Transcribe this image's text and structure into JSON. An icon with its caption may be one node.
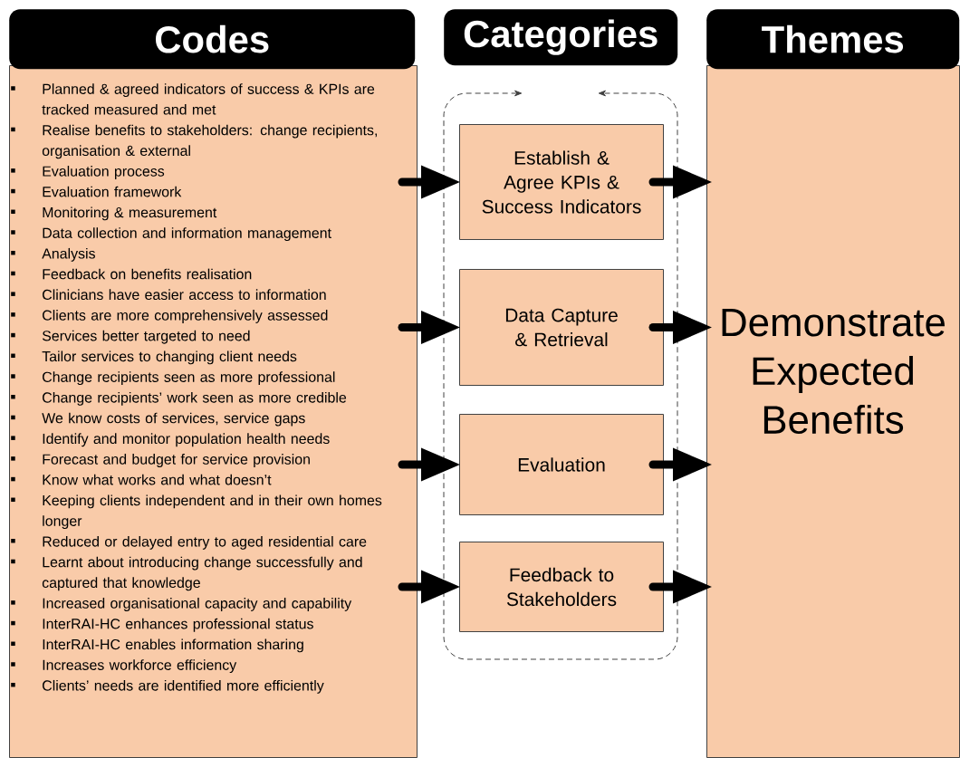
{
  "diagram": {
    "nodes": [
      {
        "text": [
          "Codes",
          "Planned & agreed indicators of success & KPIs are tracked measured and met",
          "Realise benefits to stakeholders: change recipients, organisation & external",
          "Evaluation process",
          "Evaluation framework",
          "Monitoring & measurement",
          "Data collection and information management",
          "Analysis",
          "Feedback on benefits realisation",
          "Clinicians have easier access to information",
          "Clients are more comprehensively assessed",
          "Services better targeted to need",
          "Tailor services to changing client needs",
          "Change recipients seen as more professional",
          "Change recipients’ work seen as more credible",
          "We know costs of services, service gaps",
          "Identify and monitor population health needs",
          "Forecast and budget for service provision",
          "Know what works and what doesn’t",
          "Keeping clients independent and in their own homes longer",
          "Reduced or delayed entry to aged residential care",
          "Learnt about introducing change successfully and captured that knowledge",
          "Increased organisational capacity and capability",
          "InterRAI-HC enhances professional status",
          "InterRAI-HC enables information sharing",
          "Increases workforce efficiency",
          "Clients’ needs are identified more efficiently"
        ]
      },
      {
        "text": [
          "Categories"
        ]
      },
      {
        "text": [
          "Establish & Agree KPIs & Success Indicators"
        ]
      },
      {
        "text": [
          "Data Capture & Retrieval"
        ]
      },
      {
        "text": [
          "Evaluation"
        ]
      },
      {
        "text": [
          "Feedback to Stakeholders"
        ]
      },
      {
        "text": [
          "Themes",
          "Demonstrate Expected Benefits"
        ]
      }
    ],
    "edges": [
      {
        "from": 0,
        "to": 2,
        "arrow": "to"
      },
      {
        "from": 0,
        "to": 3,
        "arrow": "to"
      },
      {
        "from": 0,
        "to": 4,
        "arrow": "to"
      },
      {
        "from": 0,
        "to": 5,
        "arrow": "to"
      },
      {
        "from": 2,
        "to": 6,
        "arrow": "to"
      },
      {
        "from": 3,
        "to": 6,
        "arrow": "to"
      },
      {
        "from": 4,
        "to": 6,
        "arrow": "to"
      },
      {
        "from": 5,
        "to": 6,
        "arrow": "to"
      }
    ]
  }
}
